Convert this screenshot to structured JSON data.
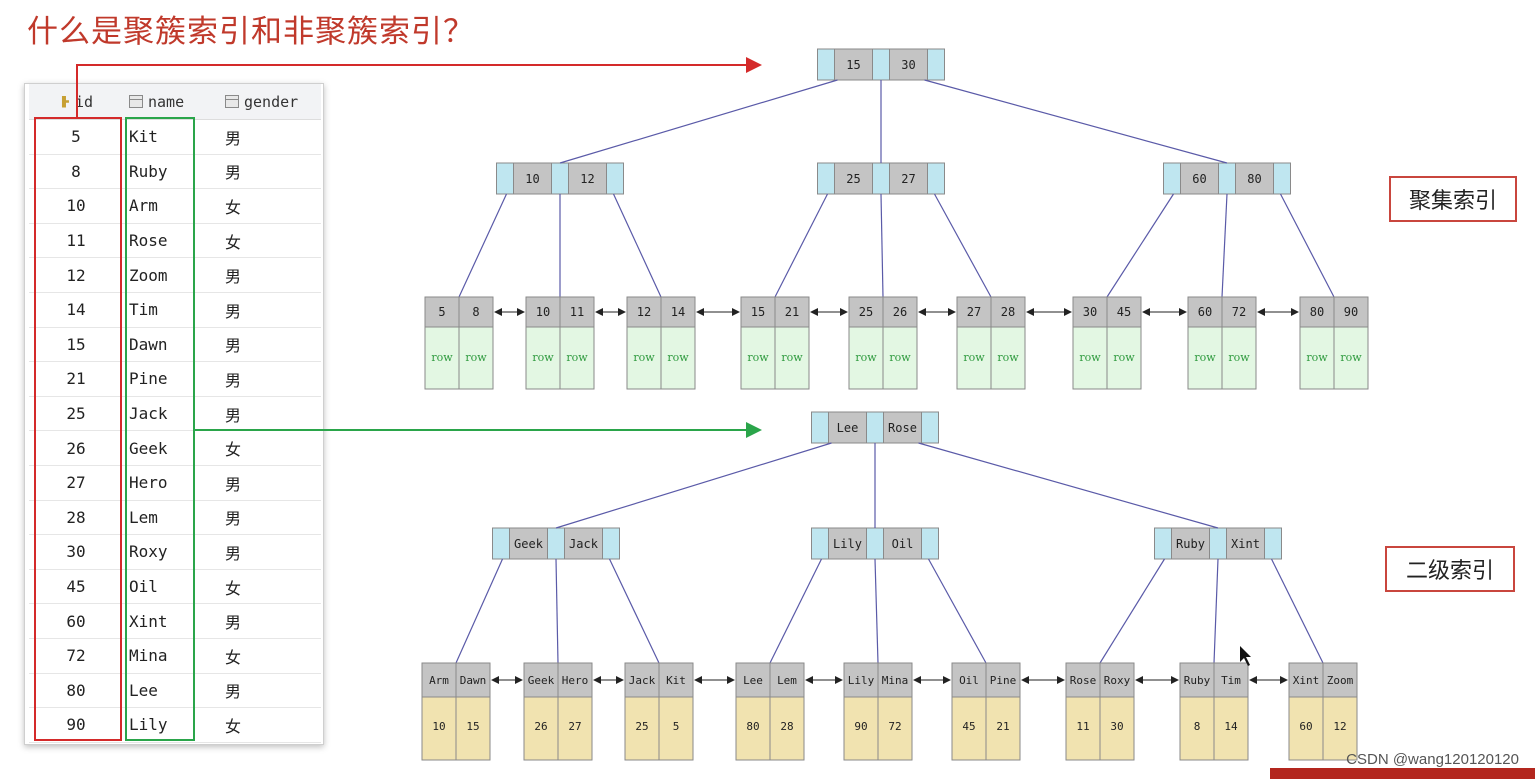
{
  "title": "什么是聚簇索引和非聚簇索引？",
  "table": {
    "columns": [
      "id",
      "name",
      "gender"
    ],
    "rows": [
      [
        "5",
        "Kit",
        "男"
      ],
      [
        "8",
        "Ruby",
        "男"
      ],
      [
        "10",
        "Arm",
        "女"
      ],
      [
        "11",
        "Rose",
        "女"
      ],
      [
        "12",
        "Zoom",
        "男"
      ],
      [
        "14",
        "Tim",
        "男"
      ],
      [
        "15",
        "Dawn",
        "男"
      ],
      [
        "21",
        "Pine",
        "男"
      ],
      [
        "25",
        "Jack",
        "男"
      ],
      [
        "26",
        "Geek",
        "女"
      ],
      [
        "27",
        "Hero",
        "男"
      ],
      [
        "28",
        "Lem",
        "男"
      ],
      [
        "30",
        "Roxy",
        "男"
      ],
      [
        "45",
        "Oil",
        "女"
      ],
      [
        "60",
        "Xint",
        "男"
      ],
      [
        "72",
        "Mina",
        "女"
      ],
      [
        "80",
        "Lee",
        "男"
      ],
      [
        "90",
        "Lily",
        "女"
      ]
    ]
  },
  "clustered": {
    "label": "聚集索引",
    "root": [
      "15",
      "30"
    ],
    "level2": [
      [
        "10",
        "12"
      ],
      [
        "25",
        "27"
      ],
      [
        "60",
        "80"
      ]
    ],
    "leaves": [
      [
        "5",
        "8"
      ],
      [
        "10",
        "11"
      ],
      [
        "12",
        "14"
      ],
      [
        "15",
        "21"
      ],
      [
        "25",
        "26"
      ],
      [
        "27",
        "28"
      ],
      [
        "30",
        "45"
      ],
      [
        "60",
        "72"
      ],
      [
        "80",
        "90"
      ]
    ],
    "row_text": "row"
  },
  "secondary": {
    "label": "二级索引",
    "root": [
      "Lee",
      "Rose"
    ],
    "level2": [
      [
        "Geek",
        "Jack"
      ],
      [
        "Lily",
        "Oil"
      ],
      [
        "Ruby",
        "Xint"
      ]
    ],
    "leaves": [
      {
        "keys": [
          "Arm",
          "Dawn"
        ],
        "ids": [
          "10",
          "15"
        ]
      },
      {
        "keys": [
          "Geek",
          "Hero"
        ],
        "ids": [
          "26",
          "27"
        ]
      },
      {
        "keys": [
          "Jack",
          "Kit"
        ],
        "ids": [
          "25",
          "5"
        ]
      },
      {
        "keys": [
          "Lee",
          "Lem"
        ],
        "ids": [
          "80",
          "28"
        ]
      },
      {
        "keys": [
          "Lily",
          "Mina"
        ],
        "ids": [
          "90",
          "72"
        ]
      },
      {
        "keys": [
          "Oil",
          "Pine"
        ],
        "ids": [
          "45",
          "21"
        ]
      },
      {
        "keys": [
          "Rose",
          "Roxy"
        ],
        "ids": [
          "11",
          "30"
        ]
      },
      {
        "keys": [
          "Ruby",
          "Tim"
        ],
        "ids": [
          "8",
          "14"
        ]
      },
      {
        "keys": [
          "Xint",
          "Zoom"
        ],
        "ids": [
          "60",
          "12"
        ]
      }
    ]
  },
  "watermark": "CSDN @wang120120120",
  "colors": {
    "node_cap": "#bfe6f0",
    "node_key": "#c4c4c4",
    "row_fill": "#e3f7e3",
    "row_text": "#2e9a3e",
    "leaf_fill": "#f1e3b0",
    "red": "#d42a2a",
    "green": "#2aa54a",
    "edge": "#5a5aa8"
  }
}
